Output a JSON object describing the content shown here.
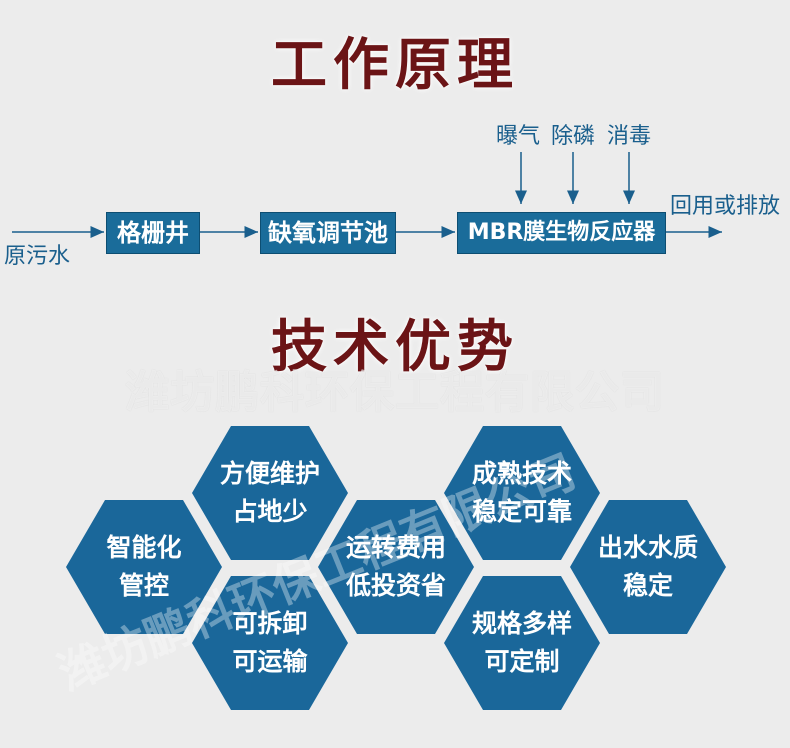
{
  "titles": {
    "principle": "工作原理",
    "advantages": "技术优势"
  },
  "flow": {
    "source": "原污水",
    "steps": [
      "格栅井",
      "缺氧调节池",
      "MBR膜生物反应器"
    ],
    "inputs": [
      "曝气",
      "除磷",
      "消毒"
    ],
    "output": "回用或排放"
  },
  "watermark": "潍坊鹏科环保工程有限公司",
  "hexes": [
    {
      "line1": "方便维护",
      "line2": "占地少"
    },
    {
      "line1": "智能化",
      "line2": "管控"
    },
    {
      "line1": "可拆卸",
      "line2": "可运输"
    },
    {
      "line1": "运转费用",
      "line2": "低投资省"
    },
    {
      "line1": "成熟技术",
      "line2": "稳定可靠"
    },
    {
      "line1": "出水水质",
      "line2": "稳定"
    },
    {
      "line1": "规格多样",
      "line2": "可定制"
    }
  ],
  "colors": {
    "accent": "#1a679a",
    "title": "#6b1416",
    "background": "#ececec"
  }
}
